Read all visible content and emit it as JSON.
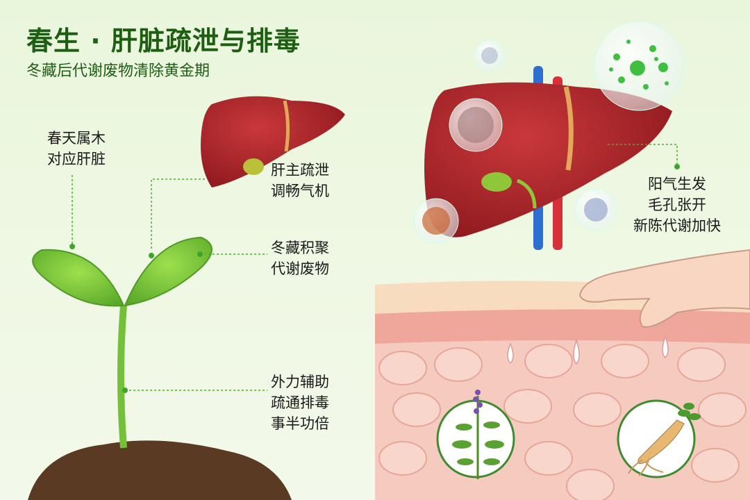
{
  "title": "春生 · 肝脏疏泄与排毒",
  "subtitle": "冬藏后代谢废物清除黄金期",
  "labels": {
    "spring_wood": [
      "春天属木",
      "对应肝脏"
    ],
    "liver_function": [
      "肝主疏泄",
      "调畅气机"
    ],
    "winter_waste": [
      "冬藏积聚",
      "代谢废物"
    ],
    "external_help": [
      "外力辅助",
      "疏通排毒",
      "事半功倍"
    ],
    "yang_qi": [
      "阳气生发",
      "毛孔张开",
      "新陈代谢加快"
    ]
  },
  "colors": {
    "title": "#1d5e12",
    "liver": "#b3262a",
    "leaf": "#7cc63a",
    "skin": "#f7c9bd",
    "guide": "#4caf2f"
  }
}
